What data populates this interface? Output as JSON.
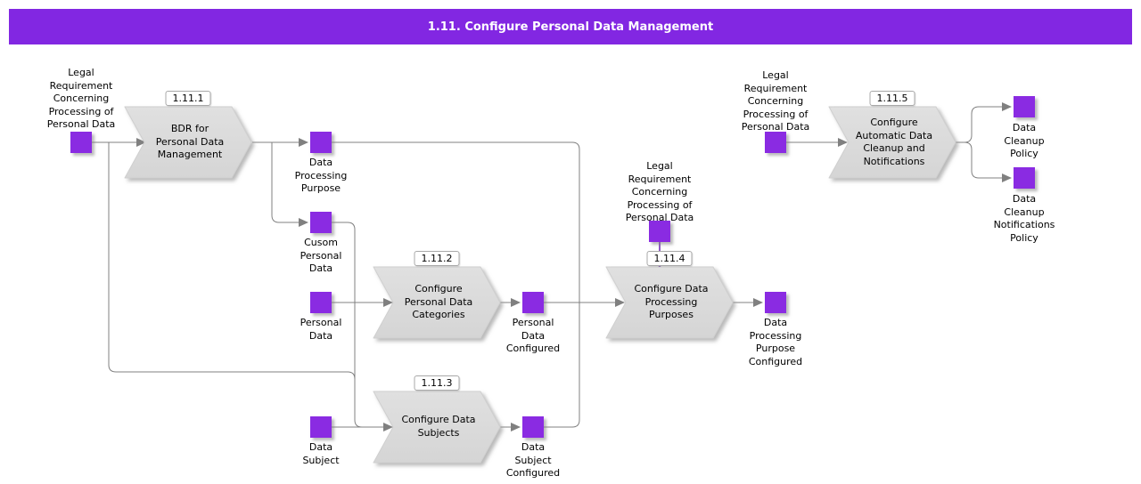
{
  "header": {
    "title": "1.11. Configure Personal Data Management"
  },
  "colors": {
    "header_bg": "#8227E2",
    "artifact_square": "#8A2BE2",
    "connector": "#808080",
    "legal_connector": "#6B24B2",
    "process_fill": "#DBDBDB"
  },
  "processes": [
    {
      "badge": "1.11.1",
      "label": "BDR for\nPersonal Data\nManagement"
    },
    {
      "badge": "1.11.2",
      "label": "Configure\nPersonal Data\nCategories"
    },
    {
      "badge": "1.11.3",
      "label": "Configure Data\nSubjects"
    },
    {
      "badge": "1.11.4",
      "label": "Configure Data\nProcessing\nPurposes"
    },
    {
      "badge": "1.11.5",
      "label": "Configure\nAutomatic Data\nCleanup and\nNotifications"
    }
  ],
  "artifacts": [
    {
      "name": "legal-requirement-1",
      "label": "Legal\nRequirement\nConcerning\nProcessing of\nPersonal Data"
    },
    {
      "name": "data-processing-purpose",
      "label": "Data\nProcessing\nPurpose"
    },
    {
      "name": "cusom-personal-data",
      "label": "Cusom\nPersonal\nData"
    },
    {
      "name": "personal-data",
      "label": "Personal\nData"
    },
    {
      "name": "data-subject",
      "label": "Data\nSubject"
    },
    {
      "name": "personal-data-configured",
      "label": "Personal\nData\nConfigured"
    },
    {
      "name": "data-subject-configured",
      "label": "Data\nSubject\nConfigured"
    },
    {
      "name": "legal-requirement-2",
      "label": "Legal\nRequirement\nConcerning\nProcessing of\nPersonal Data"
    },
    {
      "name": "data-processing-purpose-configured",
      "label": "Data\nProcessing\nPurpose\nConfigured"
    },
    {
      "name": "legal-requirement-3",
      "label": "Legal\nRequirement\nConcerning\nProcessing of\nPersonal Data"
    },
    {
      "name": "data-cleanup-policy",
      "label": "Data\nCleanup\nPolicy"
    },
    {
      "name": "data-cleanup-notifications-policy",
      "label": "Data\nCleanup\nNotifications\nPolicy"
    }
  ]
}
